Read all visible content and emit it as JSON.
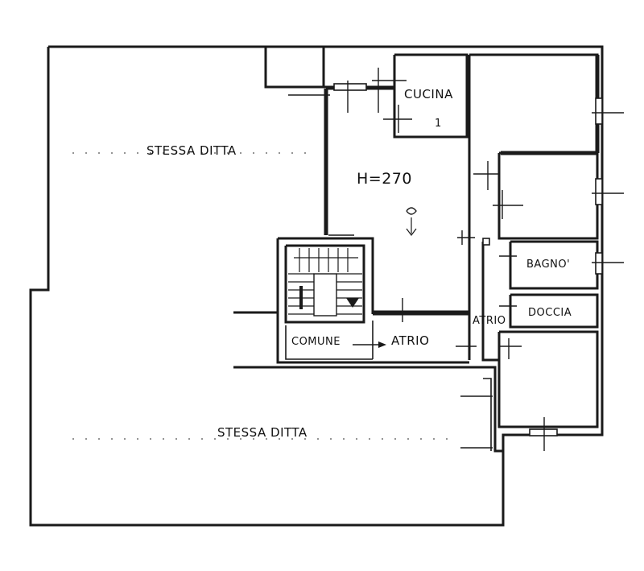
{
  "floorplan": {
    "rooms": {
      "cucina": "CUCINA",
      "bagno": "BAGNO'",
      "doccia": "DOCCIA",
      "atrio_vertical": "ATRIO",
      "comune": "COMUNE",
      "atrio": "ATRIO"
    },
    "height_note": "H=270",
    "stairs_mark": "1",
    "other_property_top": "STESSA DITTA",
    "other_property_bottom": "STESSA DITTA"
  }
}
